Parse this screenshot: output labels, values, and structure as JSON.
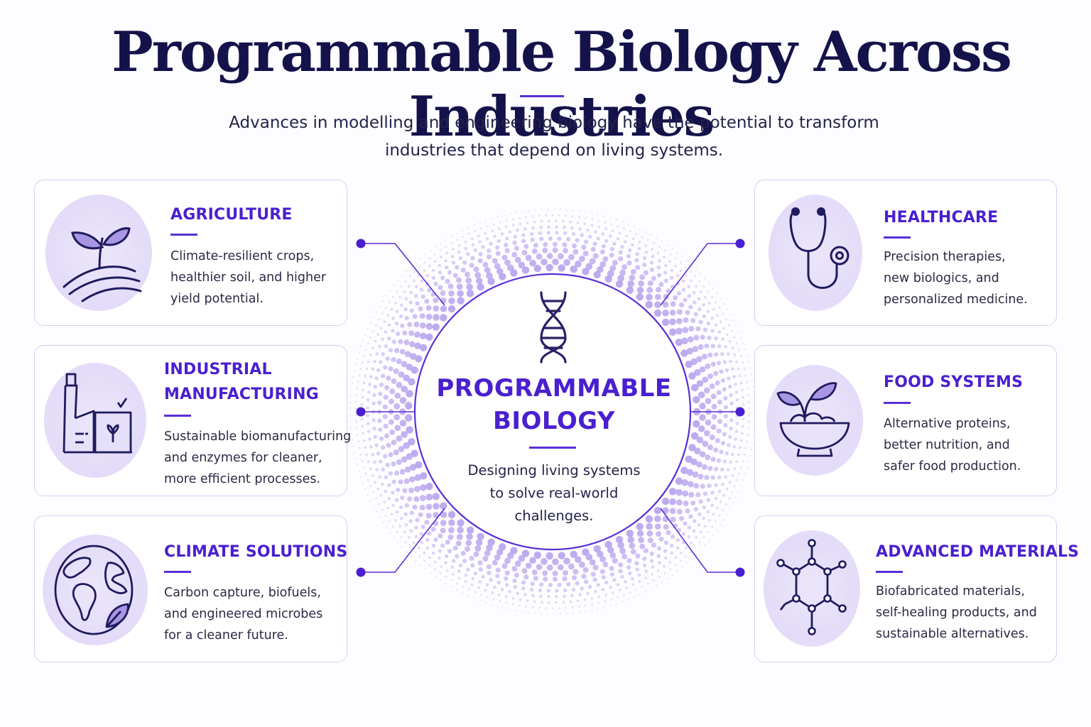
{
  "title": "Programmable Biology Across Industries",
  "subtitle": "Advances in modelling and engineering biology have the potential to transform industries that depend on living systems.",
  "center": {
    "title_line1": "PROGRAMMABLE",
    "title_line2": "BIOLOGY",
    "description_line1": "Designing living systems",
    "description_line2": "to solve real-world",
    "description_line3": "challenges.",
    "icon": "dna-icon"
  },
  "colors": {
    "accent": "#4a1fd0",
    "title": "#14124a",
    "card_border": "#d8cdf6",
    "icon_bg": "#e6dff9",
    "leaf": "#a996e3"
  },
  "cards": [
    {
      "id": "agriculture",
      "title_line1": "AGRICULTURE",
      "title_line2": "",
      "body": [
        "Climate-resilient crops,",
        "healthier soil, and higher",
        "yield potential."
      ],
      "icon": "sprout-icon"
    },
    {
      "id": "industrial-manufacturing",
      "title_line1": "INDUSTRIAL",
      "title_line2": "MANUFACTURING",
      "body": [
        "Sustainable biomanufacturing",
        "and enzymes for cleaner,",
        "more efficient processes."
      ],
      "icon": "factory-icon"
    },
    {
      "id": "climate-solutions",
      "title_line1": "CLIMATE SOLUTIONS",
      "title_line2": "",
      "body": [
        "Carbon capture, biofuels,",
        "and engineered microbes",
        "for a cleaner future."
      ],
      "icon": "globe-leaf-icon"
    },
    {
      "id": "healthcare",
      "title_line1": "HEALTHCARE",
      "title_line2": "",
      "body": [
        "Precision therapies,",
        "new biologics, and",
        "personalized medicine."
      ],
      "icon": "stethoscope-icon"
    },
    {
      "id": "food-systems",
      "title_line1": "FOOD SYSTEMS",
      "title_line2": "",
      "body": [
        "Alternative proteins,",
        "better nutrition, and",
        "safer food production."
      ],
      "icon": "bowl-sprout-icon"
    },
    {
      "id": "advanced-materials",
      "title_line1": "ADVANCED MATERIALS",
      "title_line2": "",
      "body": [
        "Biofabricated materials,",
        "self-healing products, and",
        "sustainable alternatives."
      ],
      "icon": "molecule-icon"
    }
  ]
}
